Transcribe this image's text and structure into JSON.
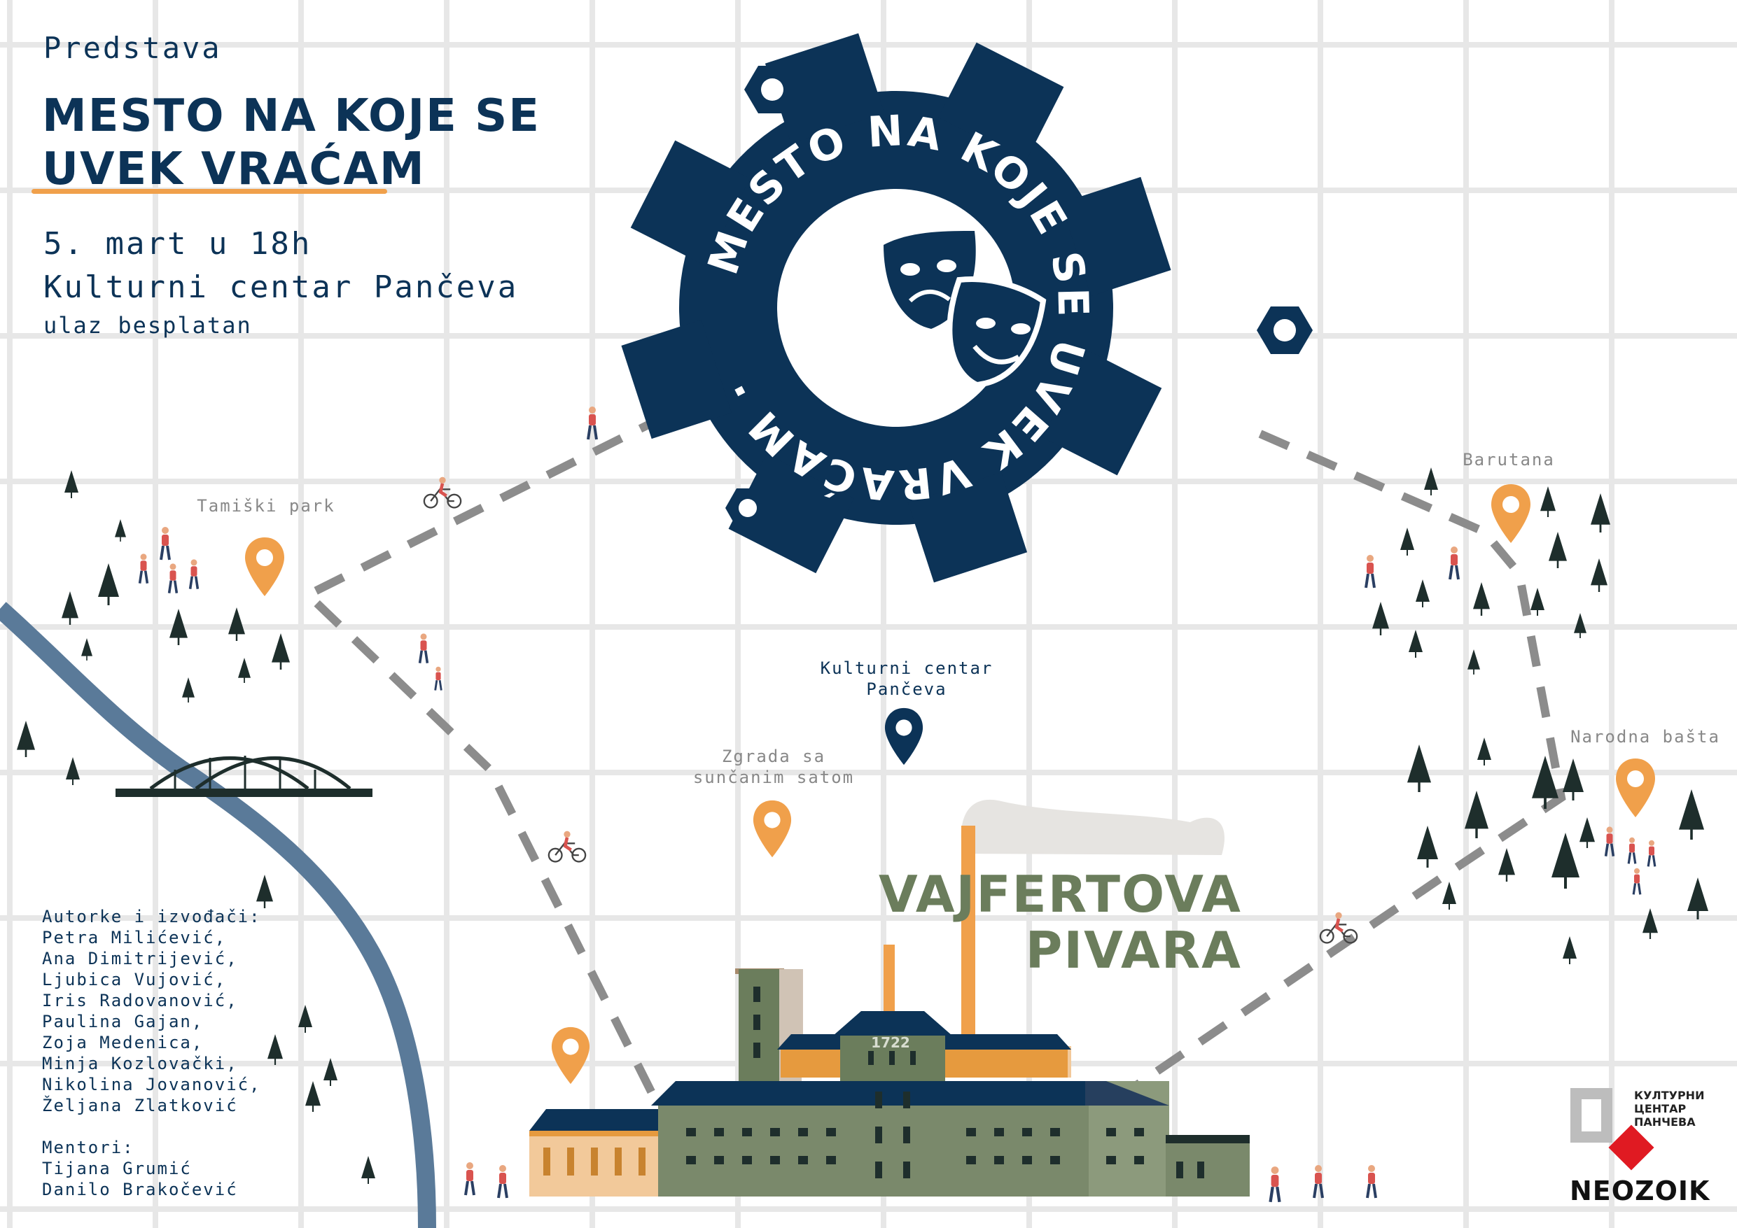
{
  "event": {
    "pretitle": "Predstava",
    "title_line1": "MESTO NA KOJE SE",
    "title_line2": "UVEK VRAĆAM",
    "date": "5. mart u 18h",
    "venue": "Kulturni centar Pančeva",
    "entry": "ulaz besplatan"
  },
  "logo_ring_text": "MESTO NA KOJE SE UVEK VRAĆAM ·",
  "map": {
    "places": [
      {
        "id": "tamiski-park",
        "label": "Tamiški park"
      },
      {
        "id": "barutana",
        "label": "Barutana"
      },
      {
        "id": "narodna-basta",
        "label": "Narodna bašta"
      },
      {
        "id": "kulturni-centar",
        "label_line1": "Kulturni centar",
        "label_line2": "Pančeva"
      },
      {
        "id": "zgrada-sat",
        "label_line1": "Zgrada sa",
        "label_line2": "sunčanim satom"
      }
    ],
    "brewery_line1": "VAJFERTOVA",
    "brewery_line2": "PIVARA",
    "brewery_year": "1722"
  },
  "credits": {
    "authors_heading": "Autorke i izvođači:",
    "authors": [
      "Petra Milićević,",
      "Ana Dimitrijević,",
      "Ljubica Vujović,",
      "Iris Radovanović,",
      "Paulina Gajan,",
      "Zoja Medenica,",
      "Minja Kozlovački,",
      "Nikolina Jovanović,",
      "Željana Zlatković"
    ],
    "mentors_heading": "Mentori:",
    "mentors": [
      "Tijana Grumić",
      "Danilo Brakočević"
    ]
  },
  "logos": {
    "kc_line1": "КУЛТУРНИ",
    "kc_line2": "ЦЕНТАР",
    "kc_line3": "ПАНЧЕВА",
    "neozoik": "NEOZOIK"
  },
  "colors": {
    "navy": "#0c3357",
    "orange": "#f0a04b",
    "river": "#5a7a99",
    "olive": "#6b7d5c",
    "grid": "#e7e7e7"
  },
  "icons": [
    "map-pin-icon",
    "tree-icon",
    "bicycle-icon",
    "theatre-masks-icon",
    "gear-icon",
    "hex-nut-icon"
  ]
}
